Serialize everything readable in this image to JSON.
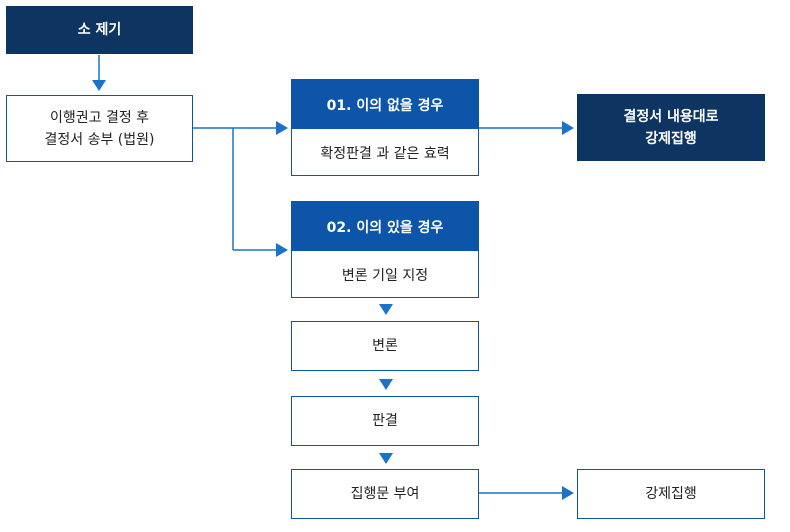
{
  "colors": {
    "navy": "#0e3561",
    "blue": "#0c55a8",
    "line": "#1a73c8"
  },
  "nodes": {
    "filing": "소 제기",
    "notice_line1": "이행권고 결정 후",
    "notice_line2": "결정서 송부 (법원)",
    "no_objection_title": "01. 이의 없을 경우",
    "no_objection_body": "확정판결 과 같은 효력",
    "enforce_line1": "결정서 내용대로",
    "enforce_line2": "강제집행",
    "objection_title": "02. 이의 있을 경우",
    "objection_body": "변론 기일 지정",
    "argument": "변론",
    "judgment": "판결",
    "execution_clause": "집행문 부여",
    "final_enforcement": "강제집행"
  }
}
